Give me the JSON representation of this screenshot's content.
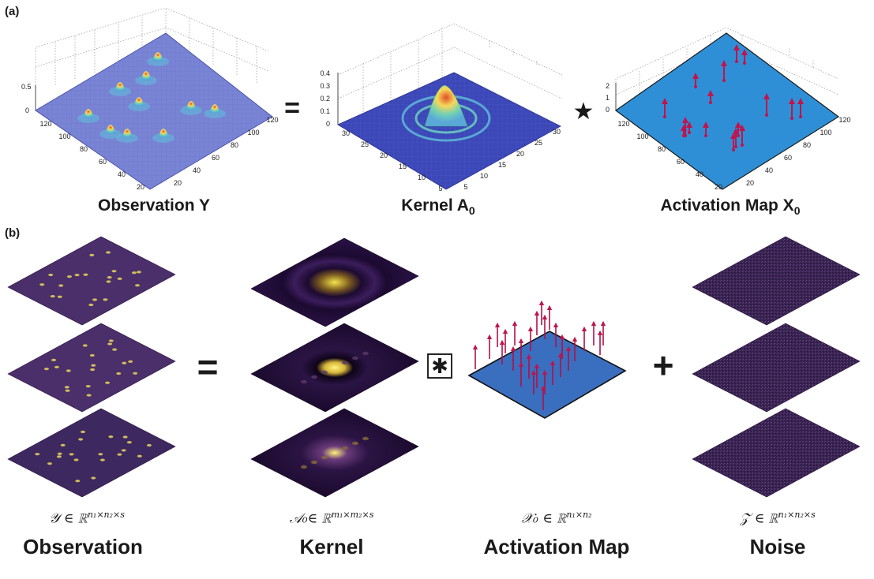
{
  "panel_a": {
    "label": "(a)",
    "observation_caption": "Observation Y",
    "kernel_caption_main": "Kernel A",
    "kernel_caption_sub": "0",
    "activation_caption_main": "Activation Map X",
    "activation_caption_sub": "0",
    "equals": "=",
    "conv_symbol": "★",
    "obs_z_ticks": [
      "0",
      "0.5"
    ],
    "obs_axis_ticks": [
      "20",
      "40",
      "60",
      "80",
      "100",
      "120"
    ],
    "kernel_z_ticks": [
      "0",
      "0.1",
      "0.2",
      "0.3",
      "0.4"
    ],
    "kernel_axis_ticks": [
      "5",
      "10",
      "15",
      "20",
      "25",
      "30"
    ],
    "act_z_ticks": [
      "0",
      "1",
      "2"
    ],
    "act_axis_ticks": [
      "20",
      "40",
      "60",
      "80",
      "100",
      "120"
    ]
  },
  "panel_b": {
    "label": "(b)",
    "equals": "=",
    "conv_symbol": "✱",
    "plus": "+",
    "observation_math": "𝒴 ∈ ℝ",
    "observation_sup": "n₁×n₂×s",
    "kernel_math": "𝒜₀∈ ℝ",
    "kernel_sup": "m₁×m₂×s",
    "activation_math": "𝒳₀ ∈ ℝ",
    "activation_sup": "n₁×n₂",
    "noise_math": "𝒵 ∈ ℝ",
    "noise_sup": "n₁×n₂×s",
    "observation_caption": "Observation",
    "kernel_caption": "Kernel",
    "activation_caption": "Activation Map",
    "noise_caption": "Noise"
  },
  "colors": {
    "surface_blue": "#3a6fbf",
    "viridis_dark": "#3a1f5c",
    "yellow_peak": "#f5e34a",
    "arrow_red": "#c0144c"
  }
}
